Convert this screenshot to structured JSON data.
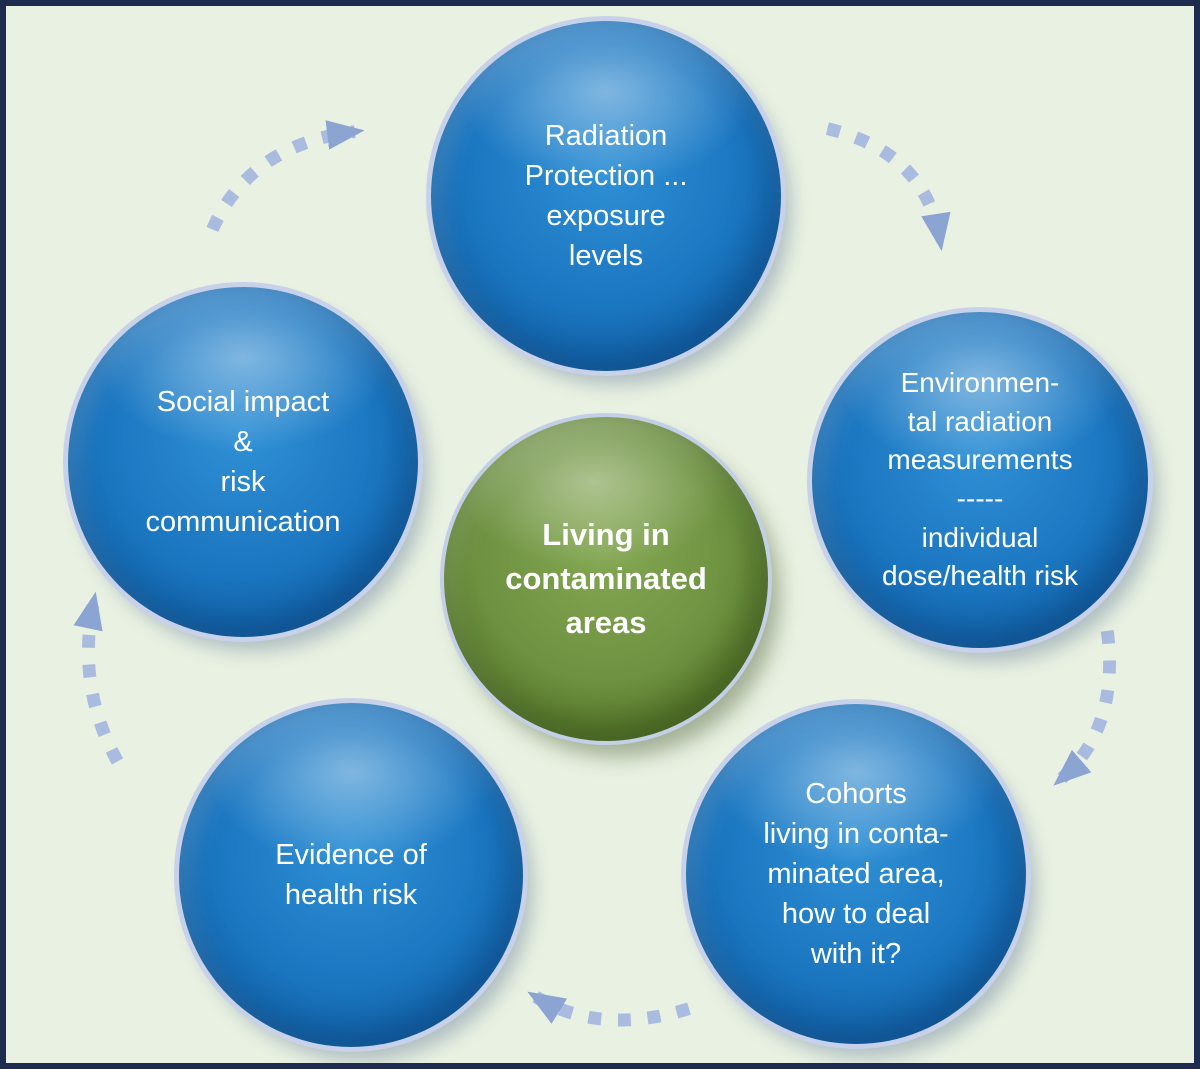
{
  "diagram": {
    "center": {
      "label": "Living in\ncontaminated\nareas"
    },
    "nodes": [
      {
        "id": "radiation-protection",
        "label": "Radiation\nProtection ...\nexposure\nlevels"
      },
      {
        "id": "environmental-measurements",
        "label": "Environmen-\ntal radiation\nmeasurements\n-----\nindividual\ndose/health risk"
      },
      {
        "id": "cohorts-contaminated-area",
        "label": "Cohorts\nliving in conta-\nminated area,\nhow to deal\nwith it?"
      },
      {
        "id": "evidence-health-risk",
        "label": "Evidence of\nhealth risk"
      },
      {
        "id": "social-impact-risk-communication",
        "label": "Social impact\n&\nrisk\ncommunication"
      }
    ],
    "colors": {
      "background": "#e9f1e2",
      "border": "#1d2b4f",
      "node_blue": "#1b76c0",
      "node_green": "#6d9140",
      "text": "#ffffff",
      "arrow_dash": "#a9bbdf",
      "arrow_head": "#8ba4d2"
    }
  }
}
